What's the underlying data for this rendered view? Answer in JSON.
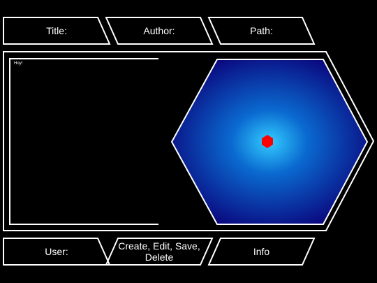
{
  "header": {
    "title_label": "Title:",
    "author_label": "Author:",
    "path_label": "Path:"
  },
  "main": {
    "note_text": "Hoy!"
  },
  "footer": {
    "user_label": "User:",
    "actions_label": "Create, Edit, Save, Delete",
    "info_label": "Info"
  },
  "colors": {
    "background": "#000000",
    "stroke": "#ffffff",
    "hex_center": "#33ccff",
    "hex_mid": "#0a6ad0",
    "hex_edge": "#0a0a80",
    "marker": "#ff0000"
  }
}
